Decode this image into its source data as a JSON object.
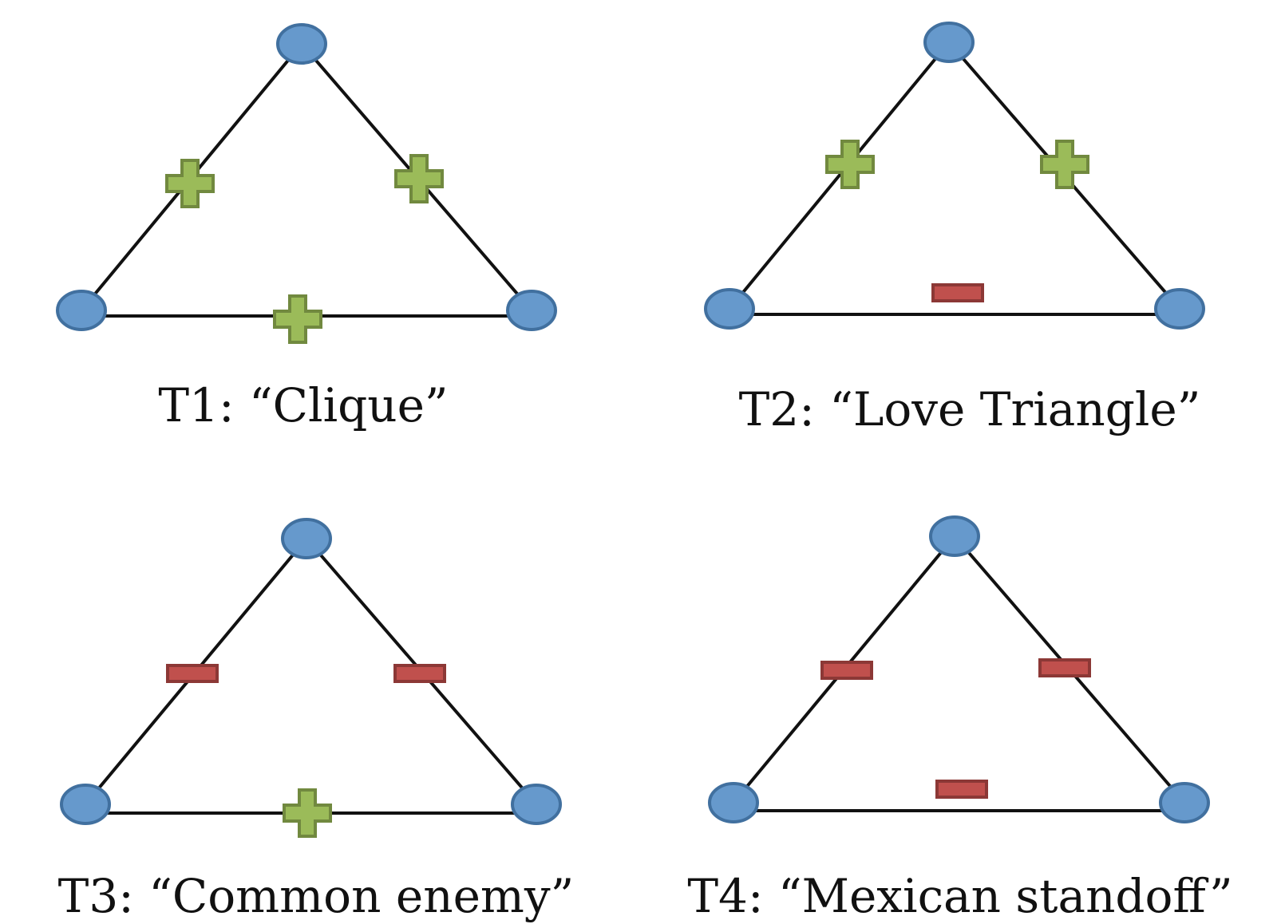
{
  "colors": {
    "node_fill": "#6699cc",
    "node_stroke": "#41709f",
    "edge": "#111111",
    "plus_fill": "#9bbb59",
    "plus_stroke": "#71893f",
    "minus_fill": "#c0504d",
    "minus_stroke": "#8c3836",
    "text": "#111111"
  },
  "triads": [
    {
      "id": "t1",
      "caption": "T1: “Clique”",
      "signs": {
        "left": "+",
        "right": "+",
        "bottom": "+"
      }
    },
    {
      "id": "t2",
      "caption": "T2: “Love Triangle”",
      "signs": {
        "left": "+",
        "right": "+",
        "bottom": "-"
      }
    },
    {
      "id": "t3",
      "caption": "T3: “Common enemy”",
      "signs": {
        "left": "-",
        "right": "-",
        "bottom": "+"
      }
    },
    {
      "id": "t4",
      "caption": "T4: “Mexican standoff”",
      "signs": {
        "left": "-",
        "right": "-",
        "bottom": "-"
      }
    }
  ]
}
